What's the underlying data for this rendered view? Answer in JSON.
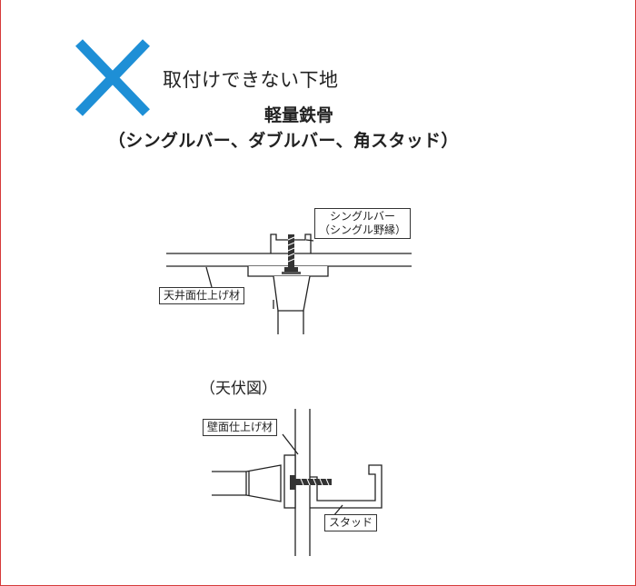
{
  "heading": "取付けできない下地",
  "subheading": "軽量鉄骨",
  "subheading_detail": "（シングルバー、ダブルバー、角スタッド）",
  "labels": {
    "single_bar_line1": "シングルバー",
    "single_bar_line2": "（シングル野縁）",
    "ceiling_finish": "天井面仕上げ材",
    "top_view": "（天伏図）",
    "wall_finish": "壁面仕上げ材",
    "stud": "スタッド"
  },
  "colors": {
    "cross_mark": "#1e8fd6",
    "border": "#d63a3a",
    "lines": "#222222"
  },
  "icons": {
    "cross": "x-mark-icon"
  }
}
